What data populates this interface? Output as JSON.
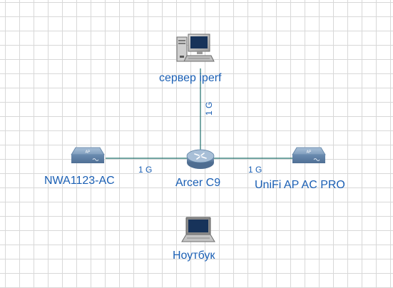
{
  "nodes": {
    "server": {
      "label": "сервер iperf",
      "icon": "desktop-computer-icon"
    },
    "router": {
      "label": "Arcer C9",
      "icon": "router-icon"
    },
    "ap_left": {
      "label": "NWA1123-AC",
      "icon": "access-point-icon",
      "badge": "AP"
    },
    "ap_right": {
      "label": "UniFi AP AC PRO",
      "icon": "access-point-icon",
      "badge": "AP"
    },
    "laptop": {
      "label": "Ноутбук",
      "icon": "laptop-icon"
    }
  },
  "links": {
    "server_router": "1 G",
    "ap_left_router": "1 G",
    "router_ap_right": "1 G"
  },
  "colors": {
    "label": "#1a5fb4",
    "link": "#1f6f6a",
    "device_fill": "#5b7fa3",
    "grid": "#d8d8d8"
  }
}
